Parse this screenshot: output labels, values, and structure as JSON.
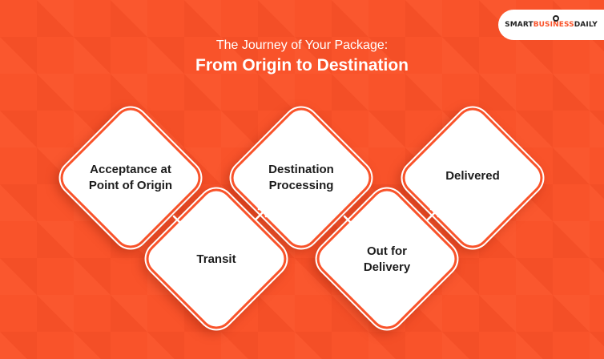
{
  "header": {
    "title_line1": "The Journey of Your Package:",
    "title_line2": "From Origin to Destination"
  },
  "logo": {
    "part1": "SMART",
    "part2": "BUSINESS",
    "part3": "DAILY"
  },
  "steps": [
    {
      "label_line1": "Acceptance at",
      "label_line2": "Point of Origin"
    },
    {
      "label_line1": "Transit",
      "label_line2": ""
    },
    {
      "label_line1": "Destination",
      "label_line2": "Processing"
    },
    {
      "label_line1": "Out for",
      "label_line2": "Delivery"
    },
    {
      "label_line1": "Delivered",
      "label_line2": ""
    }
  ],
  "colors": {
    "background": "#f9532a",
    "card": "#ffffff",
    "text": "#1c1c1c",
    "arrow": "#ffffff"
  }
}
